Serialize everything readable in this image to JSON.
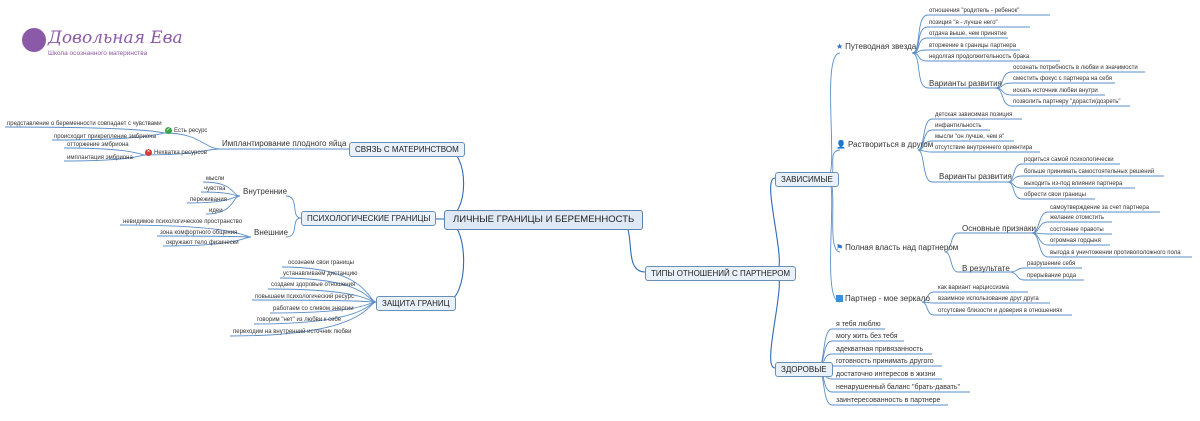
{
  "logo": {
    "title": "Довольная Ева",
    "subtitle": "Школа осознанного материнства"
  },
  "root": "ЛИЧНЫЕ ГРАНИЦЫ И БЕРЕМЕННОСТЬ",
  "branches": {
    "svyaz": "СВЯЗЬ С МАТЕРИНСТВОМ",
    "psy": "ПСИХОЛОГИЧЕСКИЕ ГРАНИЦЫ",
    "zashchita": "ЗАЩИТА ГРАНИЦ",
    "tipy": "ТИПЫ ОТНОШЕНИЙ С ПАРТНЕРОМ"
  },
  "svyaz": {
    "implant": "Имплантирование плодного яйца",
    "est_resurs": "Есть ресурс",
    "nehvatka": "Нехватка ресурсов",
    "est_items": [
      "представление о беременности совпадает с чувствами",
      "происходит прикрепление эмбриона"
    ],
    "nehvatka_items": [
      "отторжение эмбриона",
      "имплантация эмбриона"
    ]
  },
  "psy": {
    "vnutrennie": "Внутренние",
    "vneshnie": "Внешние",
    "vnutr_items": [
      "мысли",
      "чувства",
      "переживания",
      "идеи"
    ],
    "vnesh_items": [
      "невидимое психологическое пространство",
      "зона комфортного общения",
      "окружают тело физически"
    ]
  },
  "zashchita": {
    "items": [
      "осознаем свои границы",
      "устанавливаем дистанцию",
      "создаем здоровые отношения",
      "повышаем психологический ресурс",
      "работаем со сливом энергии",
      "говорим \"нет\" из любви к себе",
      "переходим на внутренний источник любви"
    ]
  },
  "tipy": {
    "zavisimye": "ЗАВИСИМЫЕ",
    "zdorovye": "ЗДОРОВЫЕ",
    "putevod": "Путеводная звезда",
    "putevod_items": [
      "отношения \"родитель - ребенок\"",
      "позиция \"я - лучше него\"",
      "отдача выше, чем принятие",
      "вторжение в границы партнера",
      "недолгая продолжительность брака"
    ],
    "var1": "Варианты развития",
    "var1_items": [
      "осознать потребность в любви и значимости",
      "сместить фокус с партнера на себя",
      "искать источник любви внутри",
      "позволить партнеру \"дорасти/дозреть\""
    ],
    "rastvor": "Раствориться в другом",
    "rastvor_items": [
      "детская зависимая позиция",
      "инфантильность",
      "мысли \"он лучше, чем я\"",
      "отсутствие внутреннего ориентира"
    ],
    "var2": "Варианты развития",
    "var2_items": [
      "родиться самой психологически",
      "больше принимать самостоятельных решений",
      "выходить из-под влияния партнера",
      "обрести свои границы"
    ],
    "vlast": "Полная власть над партнером",
    "osnovnye": "Основные признаки",
    "osnovnye_items": [
      "самоутверждение за счет партнера",
      "желание отомстить",
      "состояние правоты",
      "огромная гордыня",
      "выгода в уничтожении противоположного пола"
    ],
    "rezultat": "В результате",
    "rezultat_items": [
      "разрушение себя",
      "прерывание рода"
    ],
    "zerkalo": "Партнер - мое зеркало",
    "zerkalo_items": [
      "как вариант нарциссизма",
      "взаимное использование друг друга",
      "отсутсвие близости и доверия в отношениях"
    ],
    "zdorov_items": [
      "я тебя люблю",
      "могу жить без тебя",
      "адекватная привязанность",
      "готовность принимать другого",
      "достаточно интересов в жизни",
      "ненарушенный баланс \"брать-давать\"",
      "заинтересованность в партнере"
    ]
  }
}
